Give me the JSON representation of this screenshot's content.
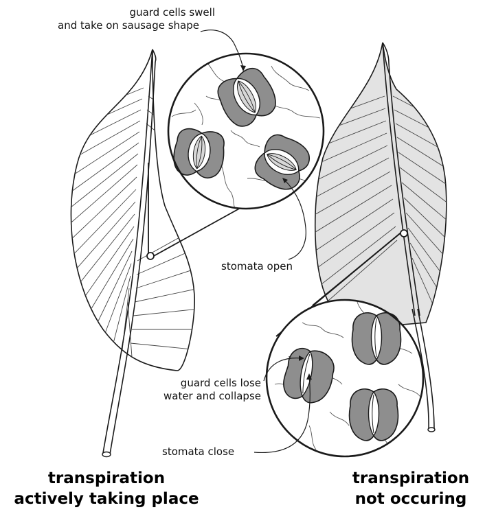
{
  "labels": {
    "guard_swell": [
      "guard cells swell",
      "and take on sausage shape"
    ],
    "stomata_open": "stomata open",
    "guard_lose": [
      "guard cells lose",
      "water and collapse"
    ],
    "stomata_close": "stomata close"
  },
  "captions": {
    "left": [
      "transpiration",
      "actively taking place"
    ],
    "right": [
      "transpiration",
      "not occuring"
    ]
  },
  "colors": {
    "line": "#1a1a1a",
    "guard_cell": "#8e8e8e",
    "pore": "#e6e6e6",
    "wilted_leaf": "#e3e3e3",
    "healthy_leaf": "#ffffff"
  }
}
